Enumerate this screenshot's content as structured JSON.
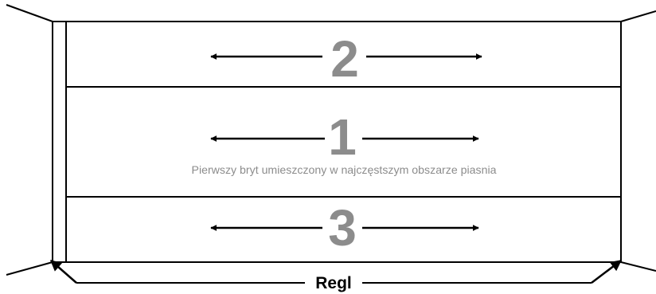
{
  "zones": [
    {
      "number": "2"
    },
    {
      "number": "1",
      "caption": "Pierwszy bryt umieszczony w najczęstszym obszarze piasnia"
    },
    {
      "number": "3"
    }
  ],
  "bottom_label": "Regl",
  "colors": {
    "line": "#000000",
    "number": "#8c8c8c",
    "caption": "#8c8c8c",
    "background": "#ffffff"
  }
}
